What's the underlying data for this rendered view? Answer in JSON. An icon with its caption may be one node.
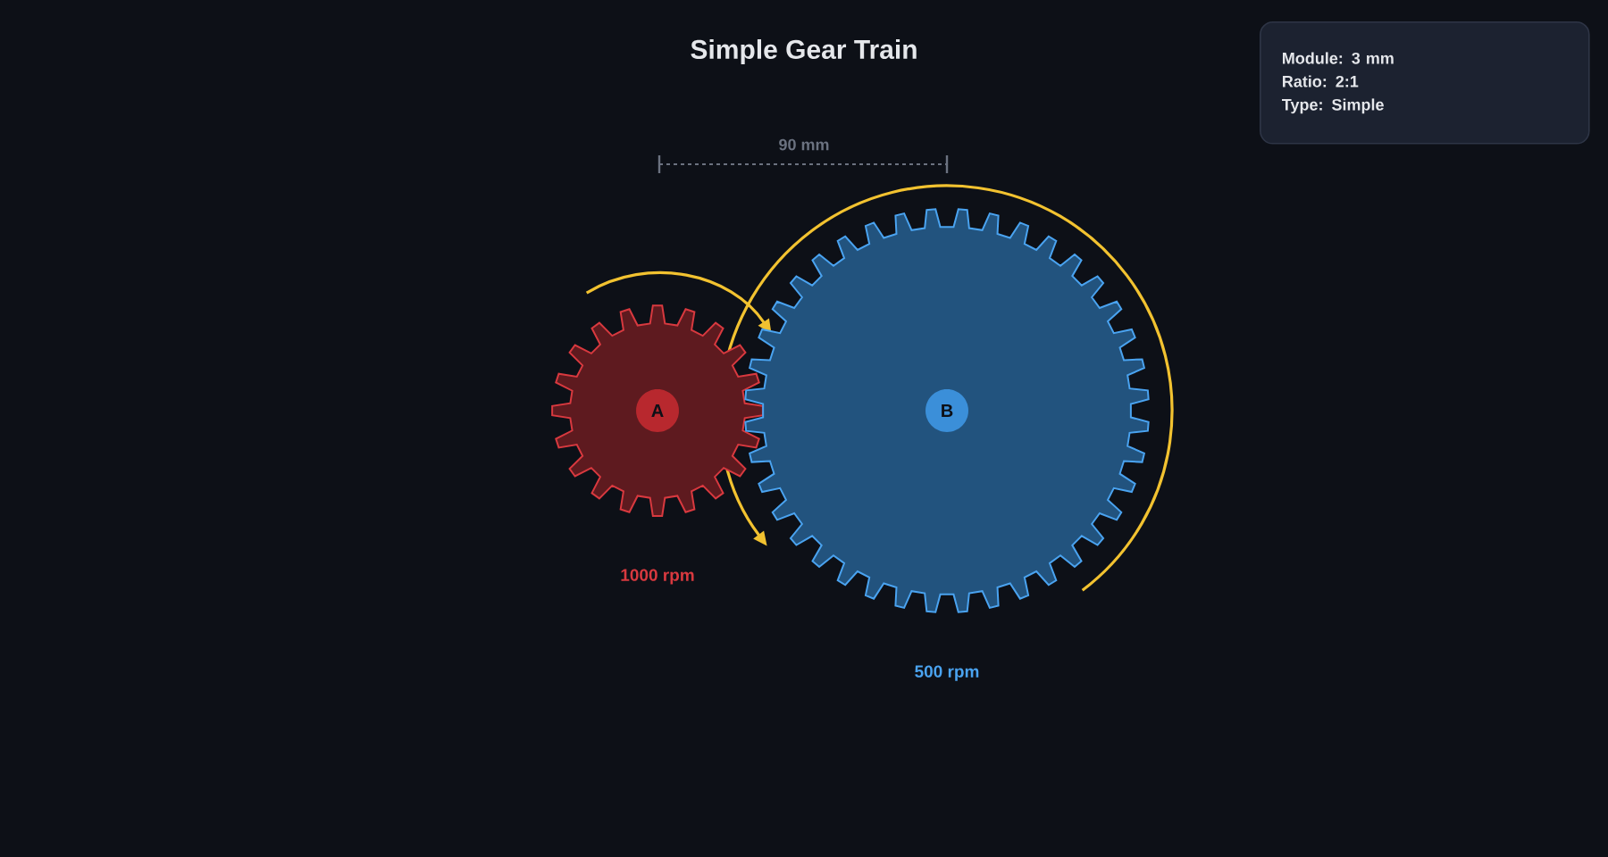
{
  "diagram": {
    "title": "Simple Gear Train",
    "nodes": [
      {
        "text": [
          "A"
        ],
        "beside": [
          "1000 rpm"
        ]
      },
      {
        "text": [
          "B"
        ],
        "beside": [
          "500 rpm"
        ]
      },
      {
        "text": [
          "Module: 3 mm",
          "Ratio: 2:1",
          "Type: Simple"
        ]
      }
    ],
    "labels": [
      "90 mm"
    ]
  }
}
